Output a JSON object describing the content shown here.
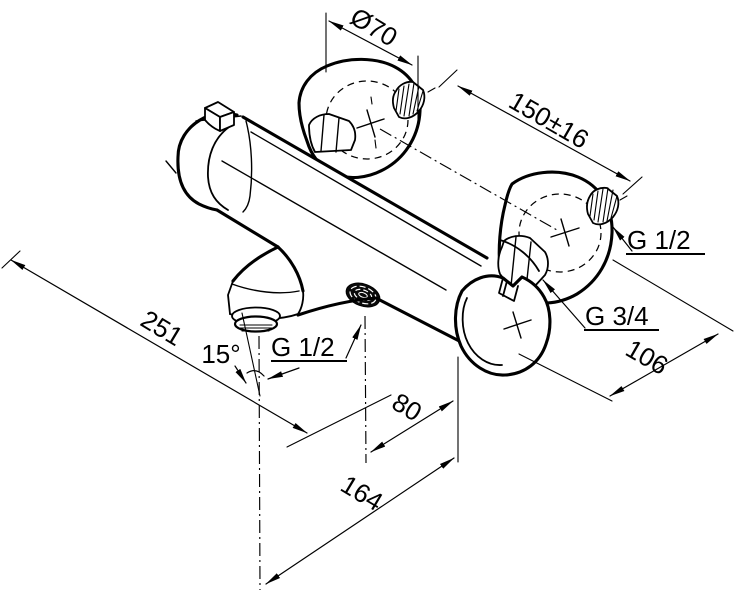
{
  "drawing": {
    "type": "isometric dimension drawing",
    "subject": "wall-mounted thermostatic bath and shower mixer tap",
    "background_color": "#ffffff",
    "line_color": "#000000",
    "dimensions": {
      "escutcheon_diameter": "Ø70",
      "inlet_center_distance": "150±16",
      "wall_inlet_thread": "G 1/2",
      "union_nut_thread": "G 3/4",
      "wall_offset_depth": "106",
      "spout_reach": "251",
      "spout_angle": "15°",
      "shower_outlet_thread": "G 1/2",
      "shower_outlet_to_handle_axis": "80",
      "spout_outlet_to_handle_axis": "164"
    }
  }
}
